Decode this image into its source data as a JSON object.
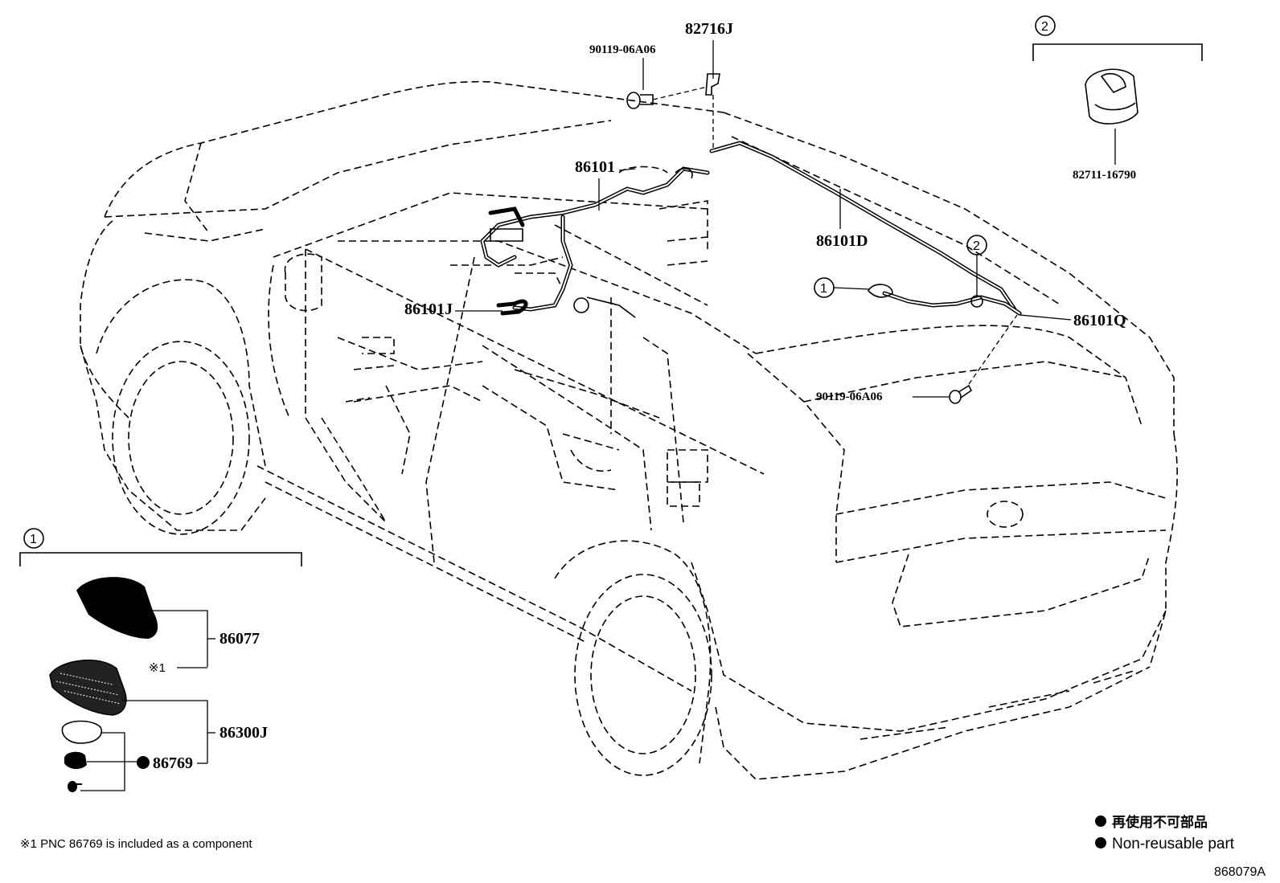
{
  "part_labels": {
    "p82716J": "82716J",
    "p90119_top": "90119-06A06",
    "p82711": "82711-16790",
    "p86101": "86101",
    "p86101D": "86101D",
    "p86101J": "86101J",
    "p86101Q": "86101Q",
    "p90119_mid": "90119-06A06",
    "p86077": "86077",
    "p86300J": "86300J",
    "p86769": "86769"
  },
  "callouts": {
    "c1": "1",
    "c2": "2"
  },
  "notes": {
    "ref_mark": "※1",
    "footnote": "※1 PNC 86769 is included as a component"
  },
  "legend": {
    "jp": "再使用不可部品",
    "en": "Non-reusable part"
  },
  "diagram_code": "868079A"
}
